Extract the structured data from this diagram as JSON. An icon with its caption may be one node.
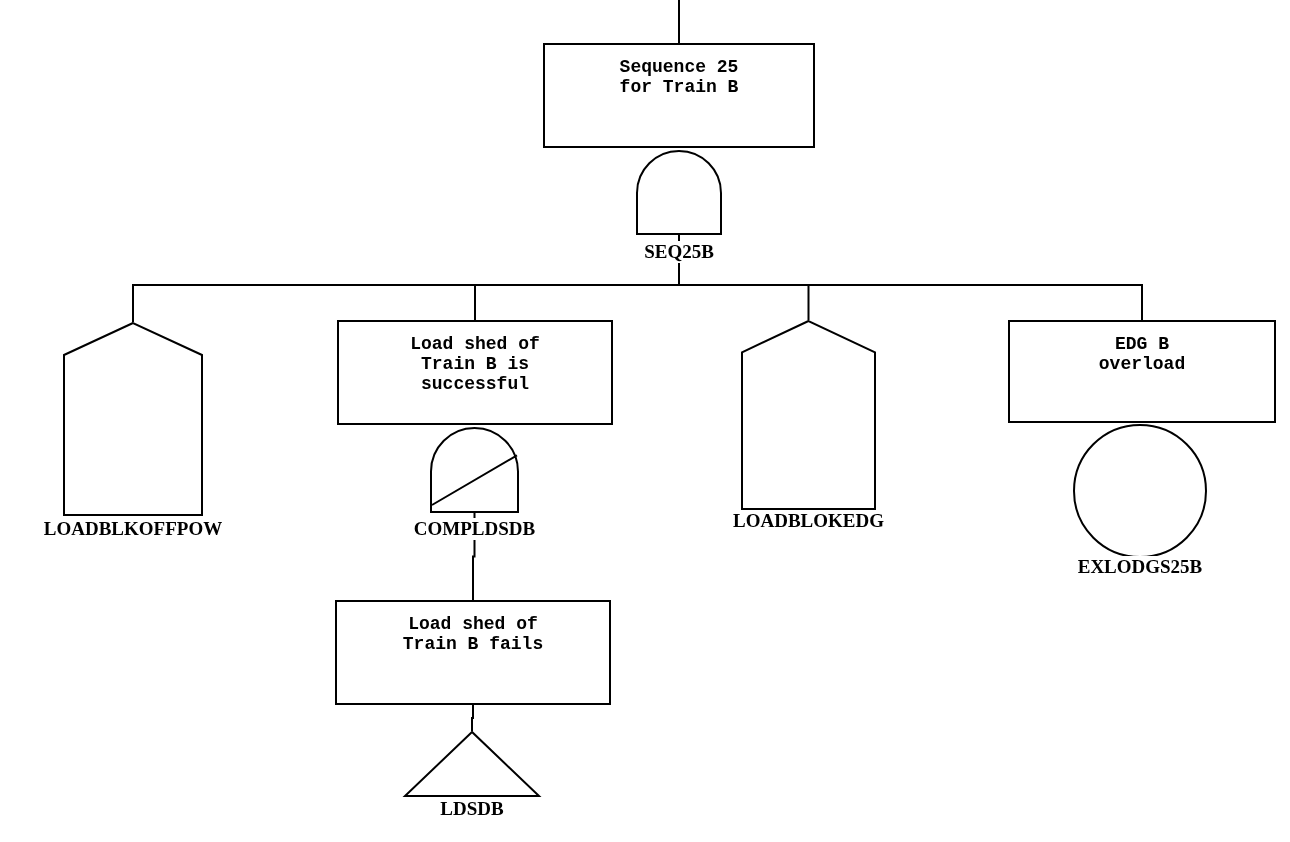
{
  "diagram": {
    "nodes": [
      {
        "text": [
          "Sequence 25 for Train B"
        ]
      },
      {
        "text": [],
        "shape": "gate",
        "beside": [
          "SEQ25B"
        ]
      },
      {
        "text": [],
        "shape": "house",
        "beside": [
          "LOADBLKOFFPOW"
        ]
      },
      {
        "text": [
          "Load shed of Train B is successful"
        ]
      },
      {
        "text": [],
        "shape": "slashed-gate",
        "beside": [
          "COMPLDSDB"
        ]
      },
      {
        "text": [
          "Load shed of Train B fails"
        ]
      },
      {
        "text": [],
        "shape": "triangle",
        "beside": [
          "LDSDB"
        ]
      },
      {
        "text": [],
        "shape": "house",
        "beside": [
          "LOADBLOKEDG"
        ]
      },
      {
        "text": [
          "EDG B overload"
        ]
      },
      {
        "text": [],
        "shape": "circle",
        "beside": [
          "EXLODGS25B"
        ]
      }
    ],
    "edges": [
      {
        "from": null,
        "to": 0,
        "arrow": "none"
      },
      {
        "from": 1,
        "to": 2,
        "arrow": "none"
      },
      {
        "from": 1,
        "to": 3,
        "arrow": "none"
      },
      {
        "from": 1,
        "to": 7,
        "arrow": "none"
      },
      {
        "from": 1,
        "to": 8,
        "arrow": "none"
      },
      {
        "from": 4,
        "to": 5,
        "arrow": "none"
      },
      {
        "from": 5,
        "to": 6,
        "arrow": "none"
      }
    ]
  }
}
